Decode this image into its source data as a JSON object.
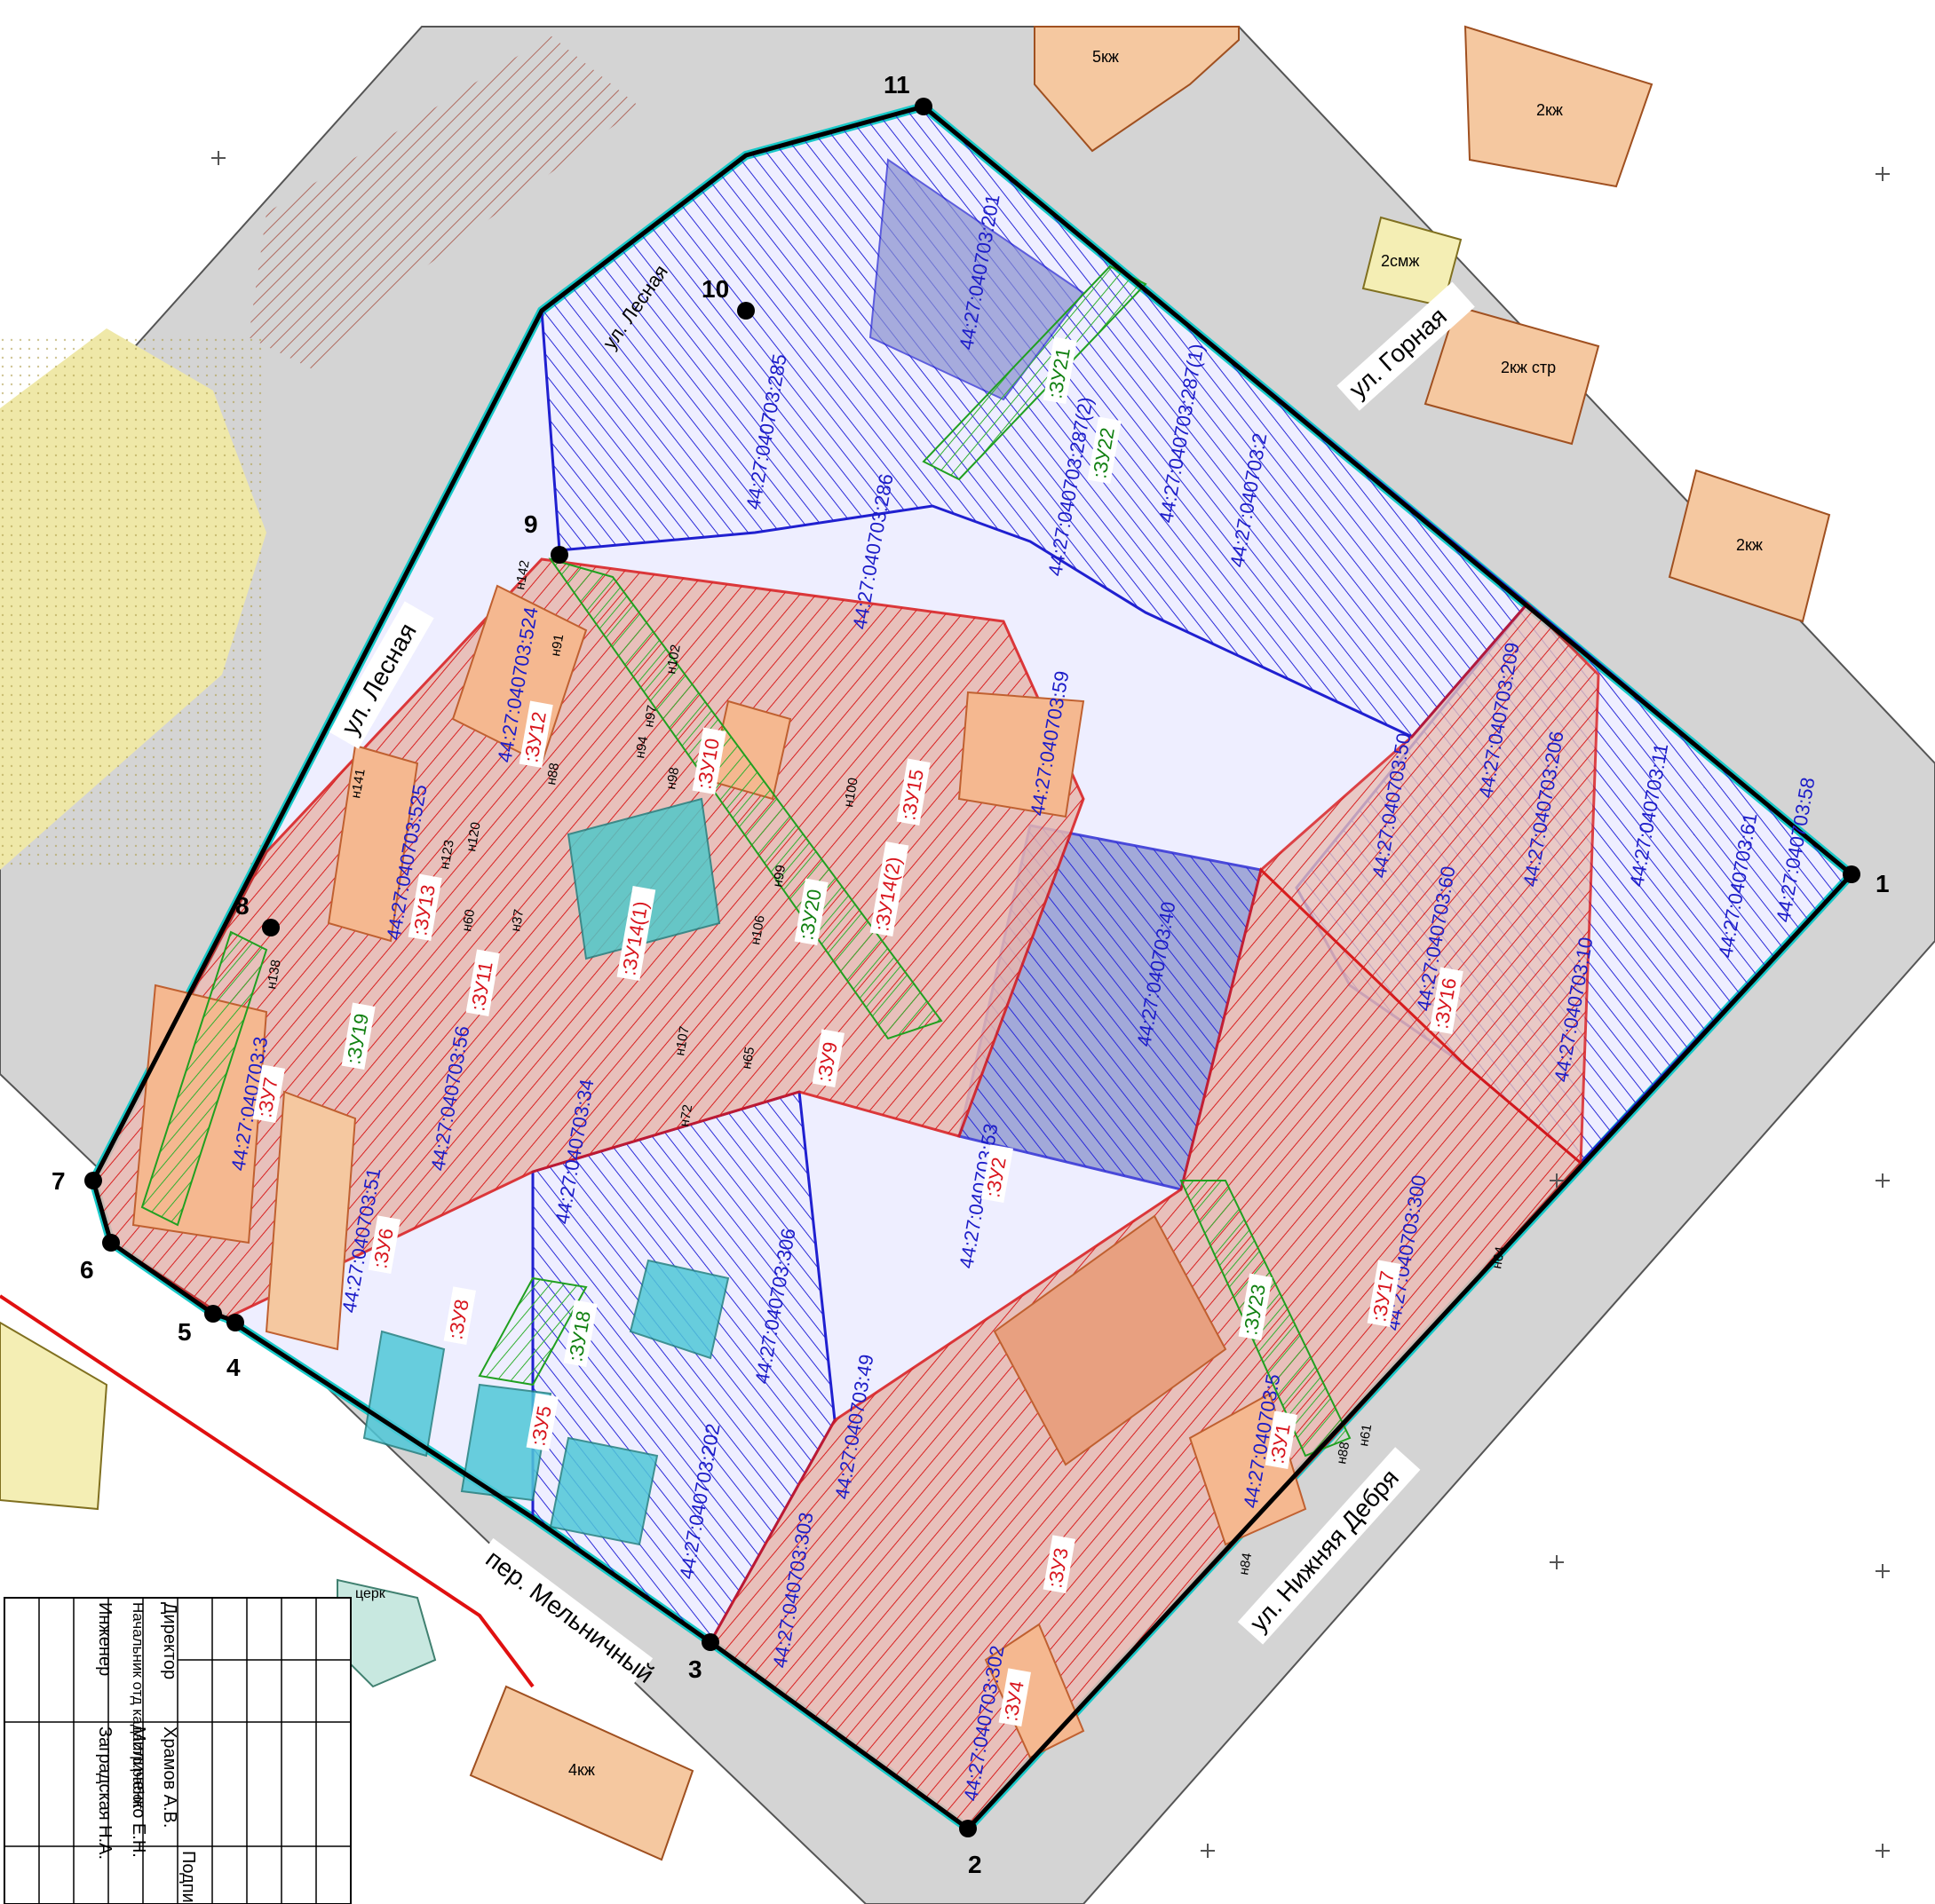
{
  "map": {
    "streets": {
      "lesnaya": "ул. Лесная",
      "lesnaya_top": "ул. Лесная",
      "gornaya": "ул. Горная",
      "nizhnyaya_debrya": "ул. Нижняя Дебря",
      "melnichny": "пер. Мельничный"
    },
    "vertices": [
      "1",
      "2",
      "3",
      "4",
      "5",
      "6",
      "7",
      "8",
      "9",
      "10",
      "11"
    ],
    "parcels": {
      "p201": "44:27:040703:201",
      "p285": "44:27:040703:285",
      "p286": "44:27:040703:286",
      "p287_1": "44:27:040703:287(1)",
      "p287_2": "44:27:040703:287(2)",
      "p2": "44:27:040703:2",
      "p209": "44:27:040703:209",
      "p206": "44:27:040703:206",
      "p11": "44:27:040703:11",
      "p58": "44:27:040703:58",
      "p61": "44:27:040703:61",
      "p10": "44:27:040703:10",
      "p50": "44:27:040703:50",
      "p60": "44:27:040703:60",
      "p59": "44:27:040703:59",
      "p40": "44:27:040703:40",
      "p524": "44:27:040703:524",
      "p525": "44:27:040703:525",
      "p3": "44:27:040703:3",
      "p56": "44:27:040703:56",
      "p51": "44:27:040703:51",
      "p34": "44:27:040703:34",
      "p53": "44:27:040703:53",
      "p306": "44:27:040703:306",
      "p49": "44:27:040703:49",
      "p202": "44:27:040703:202",
      "p303": "44:27:040703:303",
      "p302": "44:27:040703:302",
      "p300": "44:27:040703:300",
      "p5": "44:27:040703:5"
    },
    "zu_labels": {
      "zu1": ":ЗУ1",
      "zu2": ":ЗУ2",
      "zu3": ":ЗУ3",
      "zu4": ":ЗУ4",
      "zu5": ":ЗУ5",
      "zu6": ":ЗУ6",
      "zu7": ":ЗУ7",
      "zu8": ":ЗУ8",
      "zu9": ":ЗУ9",
      "zu10": ":ЗУ10",
      "zu11": ":ЗУ11",
      "zu12": ":ЗУ12",
      "zu13": ":ЗУ13",
      "zu14_1": ":ЗУ14(1)",
      "zu14_2": ":ЗУ14(2)",
      "zu15": ":ЗУ15",
      "zu16": ":ЗУ16",
      "zu17": ":ЗУ17",
      "zu18": ":ЗУ18",
      "zu19": ":ЗУ19",
      "zu20": ":ЗУ20",
      "zu21": ":ЗУ21",
      "zu22": ":ЗУ22",
      "zu23": ":ЗУ23"
    },
    "point_labels": {
      "n141": "н141",
      "n142": "н142",
      "n138": "н138",
      "n120": "н120",
      "n123": "н123",
      "n102": "н102",
      "n100": "н100",
      "n98": "н98",
      "n97": "н97",
      "n94": "н94",
      "n88": "н88",
      "n107": "н107",
      "n106": "н106",
      "n99": "н99",
      "n65": "н65",
      "n72": "н72",
      "n91": "н91",
      "n88b": "н88",
      "n84": "н84",
      "n61": "н61",
      "n64": "н64",
      "n37": "н37",
      "n60": "н60"
    },
    "buildings": {
      "b5kzh": "5кж",
      "b2kzh_a": "2кж",
      "b2smzh": "2смж",
      "b2kzh_str": "2кж стр",
      "b2kzh_b": "2кж",
      "b4kzh": "4кж",
      "church": "церк"
    },
    "colors": {
      "boundary": "#000000",
      "boundary_cyan": "#18c8c8",
      "existing_parcel": "#2020d0",
      "new_parcel": "#d81818",
      "green_zone": "#20a020",
      "building_fill": "#f5c8a0",
      "road_red": "#e01010"
    }
  },
  "title_block": {
    "col_header": "Подпи",
    "rows": [
      {
        "role": "Директор",
        "name": "Храмов А.В."
      },
      {
        "role": "Начальник отд кадастр.работ",
        "name": "Миличенко Е.Н."
      },
      {
        "role": "Инженер",
        "name": "Заградская Н.А."
      }
    ]
  }
}
